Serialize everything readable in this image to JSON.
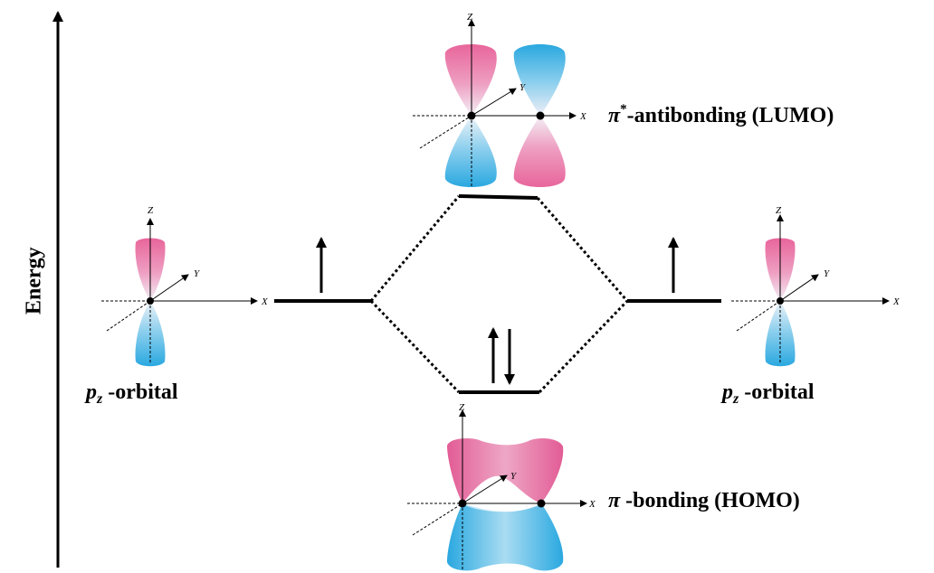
{
  "energy_axis": {
    "label": "Energy"
  },
  "left_atom": {
    "symbol": "p",
    "subscript": "z",
    "label": "-orbital"
  },
  "right_atom": {
    "symbol": "p",
    "subscript": "z",
    "label": "-orbital"
  },
  "antibonding": {
    "symbol": "π",
    "superscript": "*",
    "label": "-antibonding (LUMO)"
  },
  "bonding": {
    "symbol": "π",
    "label": " -bonding (HOMO)"
  },
  "axes": {
    "x": "X",
    "y": "Y",
    "z": "Z"
  },
  "colors": {
    "lobe_pink": "#e8659b",
    "lobe_blue": "#2aa8e0",
    "lobe_light": "#f3f3f7",
    "line": "#000000"
  }
}
